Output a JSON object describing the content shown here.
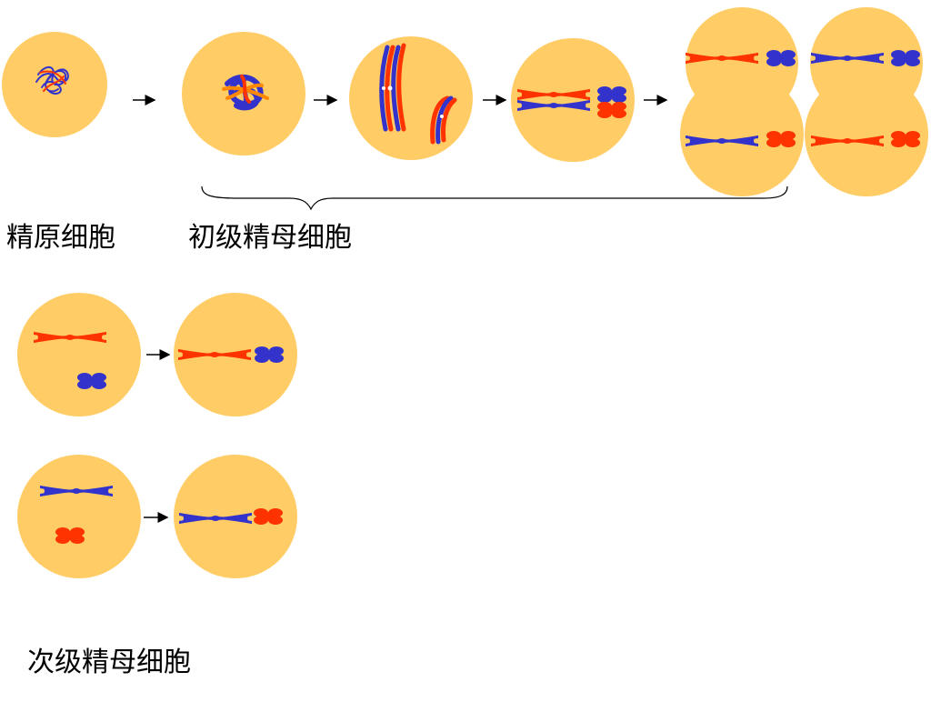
{
  "labels": {
    "spermatogonium": "精原细胞",
    "primary_spermatocyte": "初级精母细胞",
    "secondary_spermatocyte": "次级精母细胞"
  },
  "colors": {
    "cell_fill": "#FFCC66",
    "chromosome_red": "#FF3300",
    "chromosome_blue": "#3333CC",
    "arrow": "#000000",
    "brace": "#000000"
  },
  "icons": [
    "arrow-right-icon",
    "brace-icon"
  ]
}
